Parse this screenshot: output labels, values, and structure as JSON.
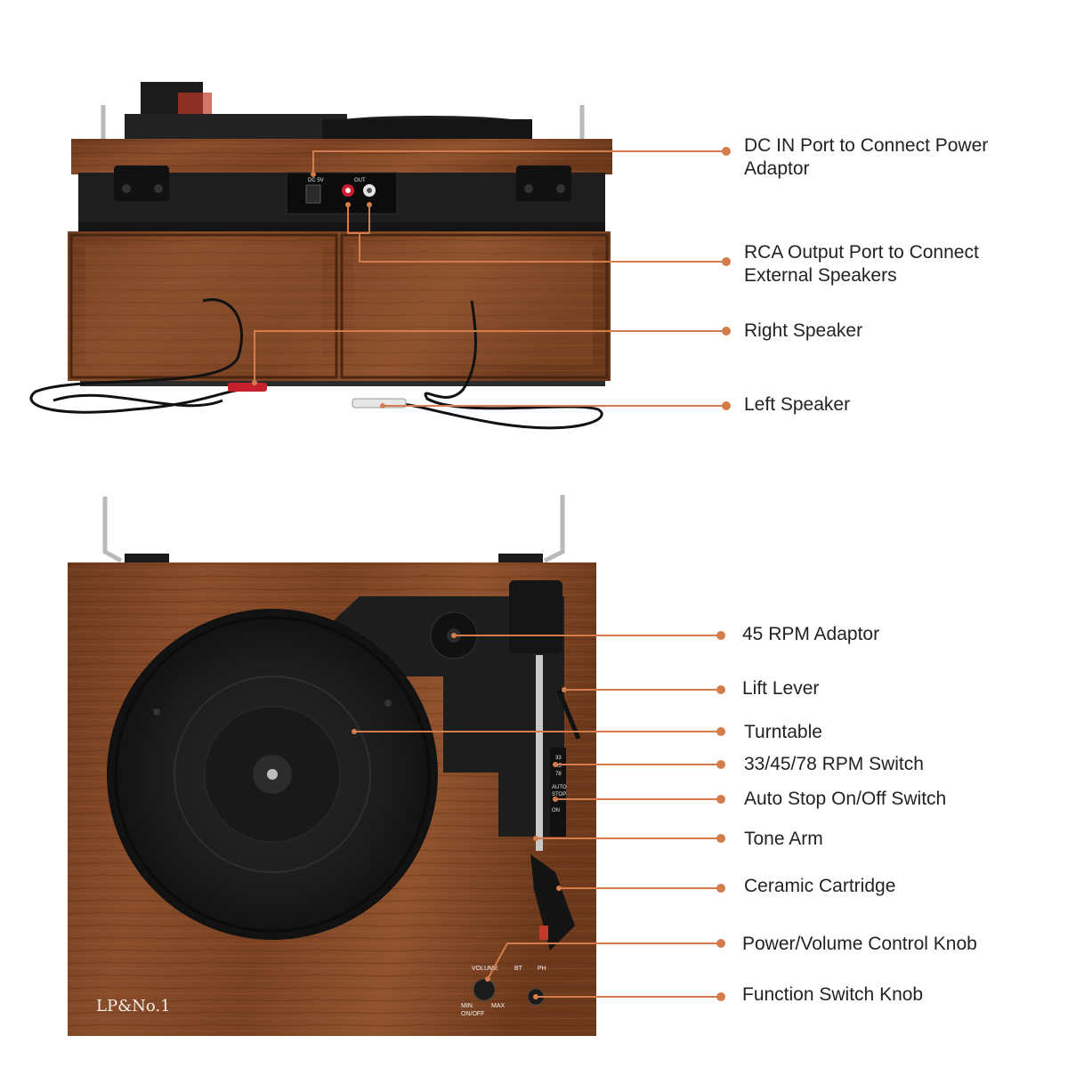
{
  "accent_color": "#d57c4c",
  "rear_view": {
    "panel": {
      "dc_label": "DC 5V",
      "out_label": "OUT"
    },
    "callouts": [
      {
        "id": "dc-in",
        "text": "DC IN Port to Connect Power Adaptor"
      },
      {
        "id": "rca-output",
        "text": "RCA Output Port to Connect External Speakers"
      },
      {
        "id": "right-speaker",
        "text": "Right Speaker"
      },
      {
        "id": "left-speaker",
        "text": "Left Speaker"
      }
    ]
  },
  "top_view": {
    "brand_logo": "LP&No.1",
    "knob_labels": {
      "volume": "VOLUME",
      "min": "MIN",
      "max": "MAX",
      "on_off": "ON/OFF",
      "bt": "BT",
      "ph": "PH"
    },
    "rpm_marks": [
      "33",
      "45",
      "78"
    ],
    "auto_stop_marks": [
      "AUTO",
      "STOP",
      "ON"
    ],
    "callouts": [
      {
        "id": "adaptor-45",
        "text": "45 RPM Adaptor"
      },
      {
        "id": "lift-lever",
        "text": "Lift Lever"
      },
      {
        "id": "turntable",
        "text": "Turntable"
      },
      {
        "id": "rpm-switch",
        "text": "33/45/78 RPM Switch"
      },
      {
        "id": "auto-stop-switch",
        "text": "Auto Stop On/Off Switch"
      },
      {
        "id": "tone-arm",
        "text": "Tone Arm"
      },
      {
        "id": "ceramic-cartridge",
        "text": "Ceramic Cartridge"
      },
      {
        "id": "power-volume-knob",
        "text": "Power/Volume Control Knob"
      },
      {
        "id": "function-switch-knob",
        "text": "Function Switch Knob"
      }
    ]
  }
}
